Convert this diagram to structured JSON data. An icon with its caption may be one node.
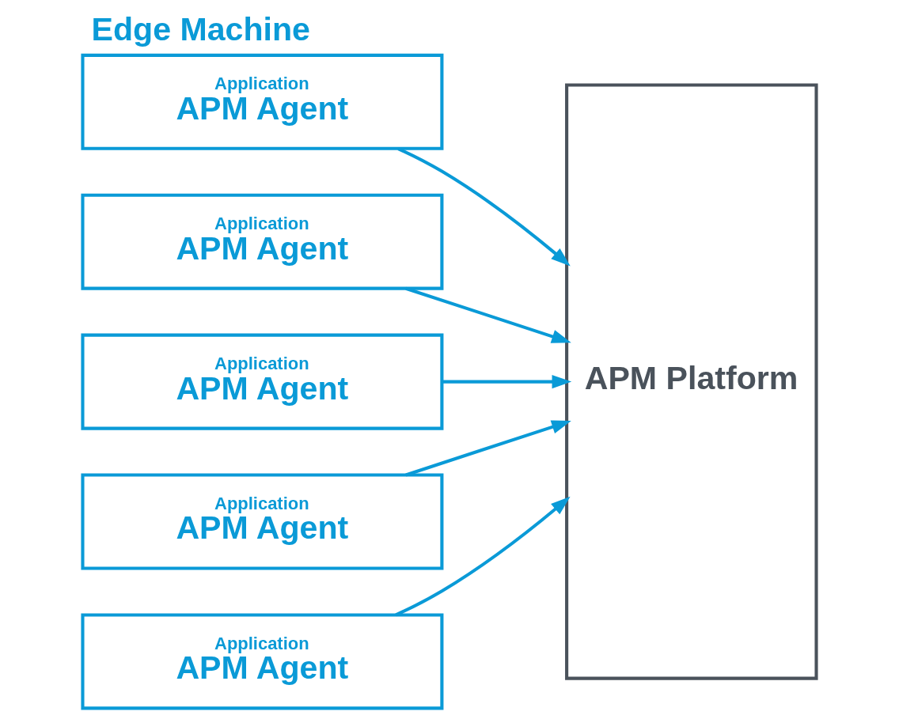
{
  "diagram": {
    "title": "Edge Machine",
    "nodes": [
      {
        "text": [
          "Application",
          "APM Agent"
        ]
      },
      {
        "text": [
          "Application",
          "APM Agent"
        ]
      },
      {
        "text": [
          "Application",
          "APM Agent"
        ]
      },
      {
        "text": [
          "Application",
          "APM Agent"
        ]
      },
      {
        "text": [
          "Application",
          "APM Agent"
        ]
      },
      {
        "text": [
          "APM Platform"
        ]
      }
    ],
    "edges": [
      {
        "from": 0,
        "to": 5,
        "arrow": "to"
      },
      {
        "from": 1,
        "to": 5,
        "arrow": "to"
      },
      {
        "from": 2,
        "to": 5,
        "arrow": "to"
      },
      {
        "from": 3,
        "to": 5,
        "arrow": "to"
      },
      {
        "from": 4,
        "to": 5,
        "arrow": "to"
      }
    ]
  }
}
